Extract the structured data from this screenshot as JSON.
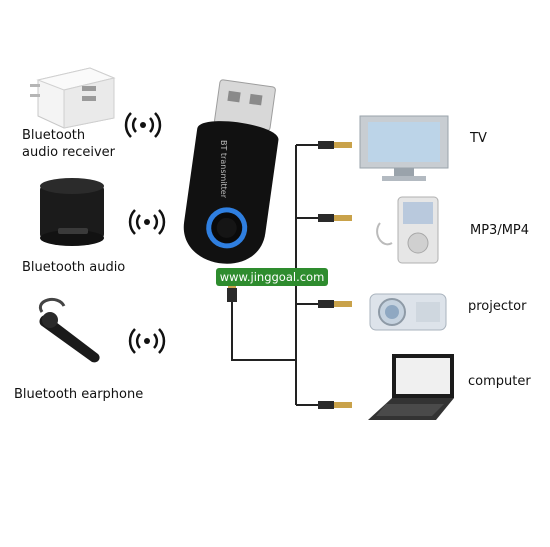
{
  "left_devices": [
    {
      "label": "Bluetooth\naudio receiver",
      "icon": "power-adapter-icon"
    },
    {
      "label": "Bluetooth audio",
      "icon": "speaker-icon"
    },
    {
      "label": "Bluetooth earphone",
      "icon": "earphone-icon"
    }
  ],
  "right_devices": [
    {
      "label": "TV",
      "icon": "tv-icon"
    },
    {
      "label": "MP3/MP4",
      "icon": "mp3-player-icon"
    },
    {
      "label": "projector",
      "icon": "projector-icon"
    },
    {
      "label": "computer",
      "icon": "laptop-icon"
    }
  ],
  "transmitter": {
    "text": "BT transmitter",
    "icon": "usb-bluetooth-transmitter-icon"
  },
  "watermark": "www.jinggoal.com",
  "colors": {
    "device_body": "#111111",
    "button_ring": "#2f7fe0",
    "wire": "#222222",
    "plug_gold": "#c9a24a",
    "watermark_bg": "#2e8c2e"
  }
}
